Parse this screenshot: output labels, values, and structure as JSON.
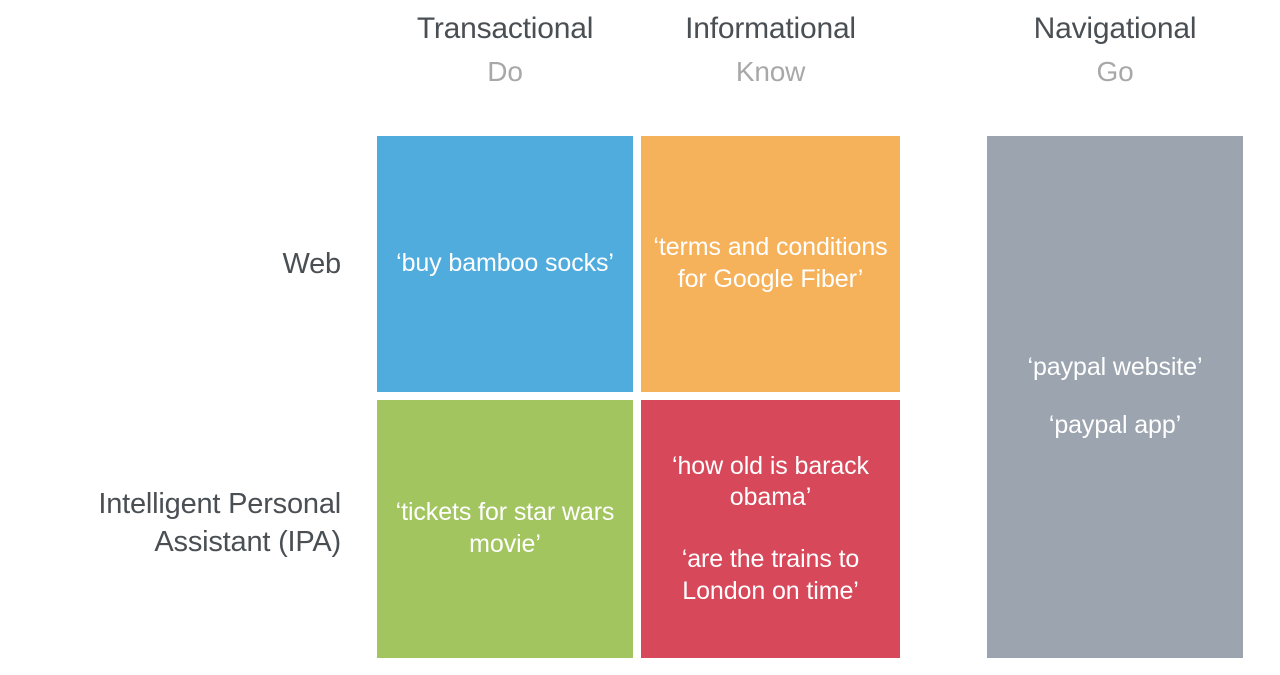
{
  "columns": [
    {
      "primary": "Transactional",
      "secondary": "Do"
    },
    {
      "primary": "Informational",
      "secondary": "Know"
    },
    {
      "primary": "Navigational",
      "secondary": "Go"
    }
  ],
  "rows": [
    {
      "label": "Web"
    },
    {
      "label": "Intelligent Personal Assistant (IPA)"
    }
  ],
  "cells": {
    "web_transactional": {
      "color": "#51ACDE",
      "quotes": [
        "‘buy bamboo socks’"
      ]
    },
    "web_informational": {
      "color": "#F5B25B",
      "quotes": [
        "‘terms and conditions for Google Fiber’"
      ]
    },
    "ipa_transactional": {
      "color": "#A2C55F",
      "quotes": [
        "‘tickets for star wars movie’"
      ]
    },
    "ipa_informational": {
      "color": "#D6485A",
      "quotes": [
        "‘how old is barack obama’",
        "‘are the trains to London on time’"
      ]
    },
    "navigational_span": {
      "color": "#9BA4AF",
      "quotes": [
        "‘paypal website’",
        "‘paypal app’"
      ]
    }
  },
  "palette": {
    "background": "#FFFFFF",
    "header_primary_text": "#4A4F54",
    "header_secondary_text": "#A8A8A8",
    "cell_text": "#FFFFFF"
  }
}
